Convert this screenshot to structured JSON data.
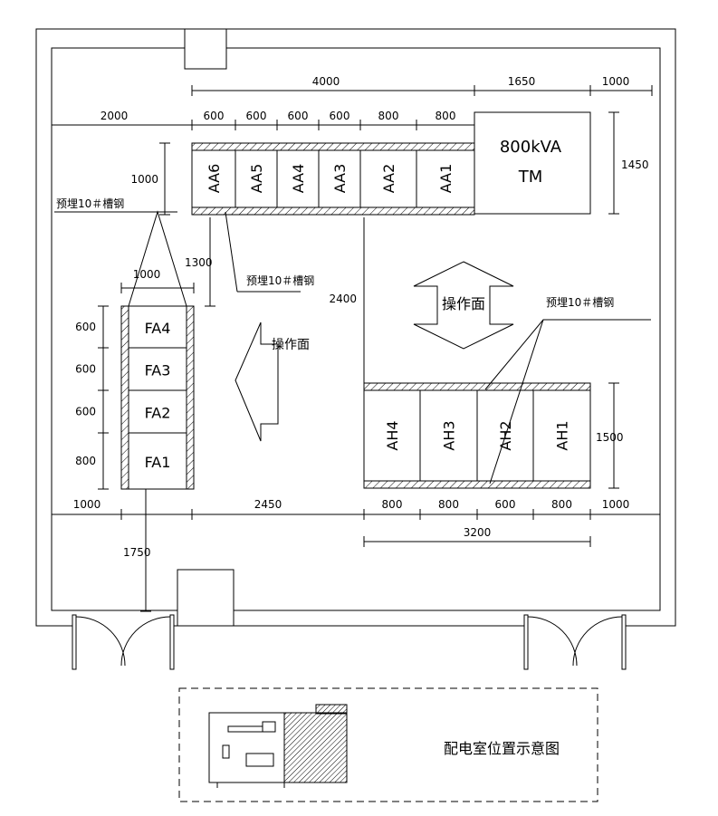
{
  "cabinets": {
    "aa": [
      "AA6",
      "AA5",
      "AA4",
      "AA3",
      "AA2",
      "AA1"
    ],
    "fa": [
      "FA4",
      "FA3",
      "FA2",
      "FA1"
    ],
    "ah": [
      "AH4",
      "AH3",
      "AH2",
      "AH1"
    ]
  },
  "transformer": {
    "line1": "800kVA",
    "line2": "TM"
  },
  "labels": {
    "embed_channel": "预埋10＃槽钢",
    "operating_face": "操作面",
    "location_title": "配电室位置示意图"
  },
  "dims": {
    "top_4000": "4000",
    "top_1650": "1650",
    "top_1000": "1000",
    "left_2000": "2000",
    "aa_widths": [
      "600",
      "600",
      "600",
      "600",
      "800",
      "800"
    ],
    "aa_depth": "1000",
    "tm_depth": "1450",
    "gap_1300": "1300",
    "fa_width": "1000",
    "fa_widths": [
      "600",
      "600",
      "600",
      "800"
    ],
    "gap_2400": "2400",
    "ah_depth": "1500",
    "left_1000": "1000",
    "gap_2450": "2450",
    "ah_widths": [
      "800",
      "800",
      "600",
      "800"
    ],
    "right_1000": "1000",
    "ah_total": "3200",
    "door_1750": "1750"
  },
  "colors": {
    "line": "#000000",
    "background": "#ffffff"
  }
}
